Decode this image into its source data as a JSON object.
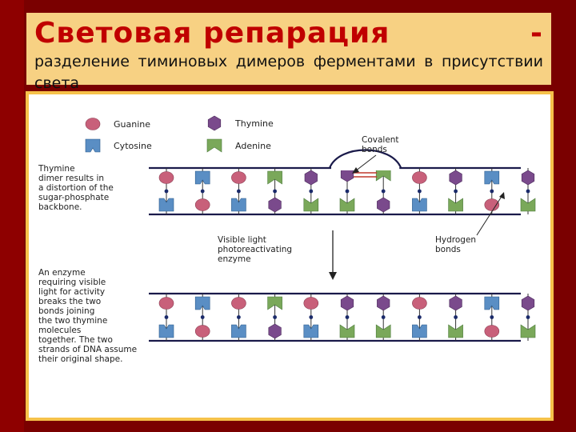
{
  "title": {
    "main": "Световая репарация",
    "dash": "-",
    "subtitle": "разделение тиминовых димеров ферментами в присутствии света"
  },
  "legend": {
    "guanine": "Guanine",
    "cytosine": "Cytosine",
    "thymine": "Thymine",
    "adenine": "Adenine"
  },
  "labels": {
    "covalent": [
      "Covalent",
      "bonds"
    ],
    "dimer": [
      "Thymine",
      "dimer results in",
      "a distortion of the",
      "sugar-phosphate",
      "backbone."
    ],
    "light": [
      "Visible light",
      "photoreactivating",
      "enzyme"
    ],
    "hydrogen": [
      "Hydrogen",
      "bonds"
    ],
    "enzyme": [
      "An enzyme",
      "requiring visible",
      "light for activity",
      "breaks the two",
      "bonds joining",
      "the two thymine",
      "molecules",
      "together. The two",
      "strands of DNA assume",
      "their original shape."
    ]
  },
  "colors": {
    "guanine": "#c8607a",
    "cytosine": "#5a8ec4",
    "thymine": "#7a4a8c",
    "adenine": "#7aa85a",
    "backbone": "#1a1a4a",
    "covalent": "#c0392b"
  },
  "strands": {
    "top_pairs": [
      "G-C",
      "C-G",
      "G-C",
      "A-T",
      "T-A",
      "T-A",
      "A-T",
      "G-C",
      "T-A",
      "C-G",
      "T-A"
    ],
    "bottom_pairs": [
      "G-C",
      "C-G",
      "G-C",
      "A-T",
      "G-C",
      "T-A",
      "T-A",
      "G-C",
      "T-A",
      "C-G",
      "T-A"
    ]
  }
}
